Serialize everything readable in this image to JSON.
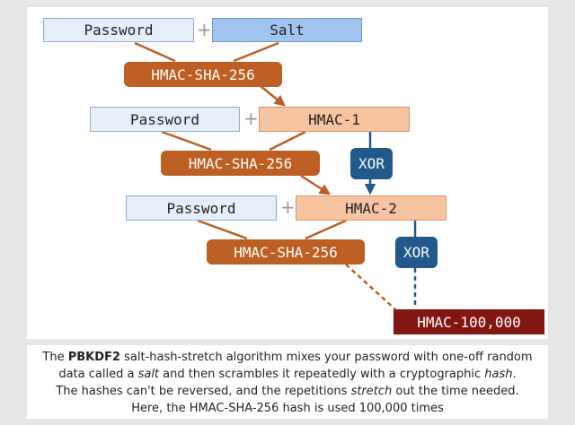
{
  "diagram": {
    "row1": {
      "password": "Password",
      "salt": "Salt"
    },
    "sha1": "HMAC-SHA-256",
    "row2": {
      "password": "Password",
      "hmac": "HMAC-1"
    },
    "sha2": "HMAC-SHA-256",
    "xor1": "XOR",
    "row3": {
      "password": "Password",
      "hmac": "HMAC-2"
    },
    "sha3": "HMAC-SHA-256",
    "xor2": "XOR",
    "final": "HMAC-100,000",
    "plus": "+",
    "colors": {
      "password_fill": "#e6eefa",
      "salt_fill": "#9fc4ee",
      "hmac_fill": "#f6c4a1",
      "sha_fill": "#bd5e22",
      "xor_fill": "#215a8a",
      "final_fill": "#821712",
      "orange_line": "#bd5e22",
      "blue_line": "#215a8a"
    }
  },
  "caption": {
    "l1_a": "The ",
    "l1_b": "PBKDF2",
    "l1_c": " salt-hash-stretch algorithm mixes your password with one-off random",
    "l2_a": "data called a ",
    "l2_b": "salt",
    "l2_c": " and then scrambles it repeatedly with a cryptographic ",
    "l2_d": "hash",
    "l2_e": ".",
    "l3_a": "The hashes can't be reversed, and the repetitions ",
    "l3_b": "stretch",
    "l3_c": " out the time needed.",
    "l4": "Here, the HMAC-SHA-256 hash is used 100,000 times"
  }
}
